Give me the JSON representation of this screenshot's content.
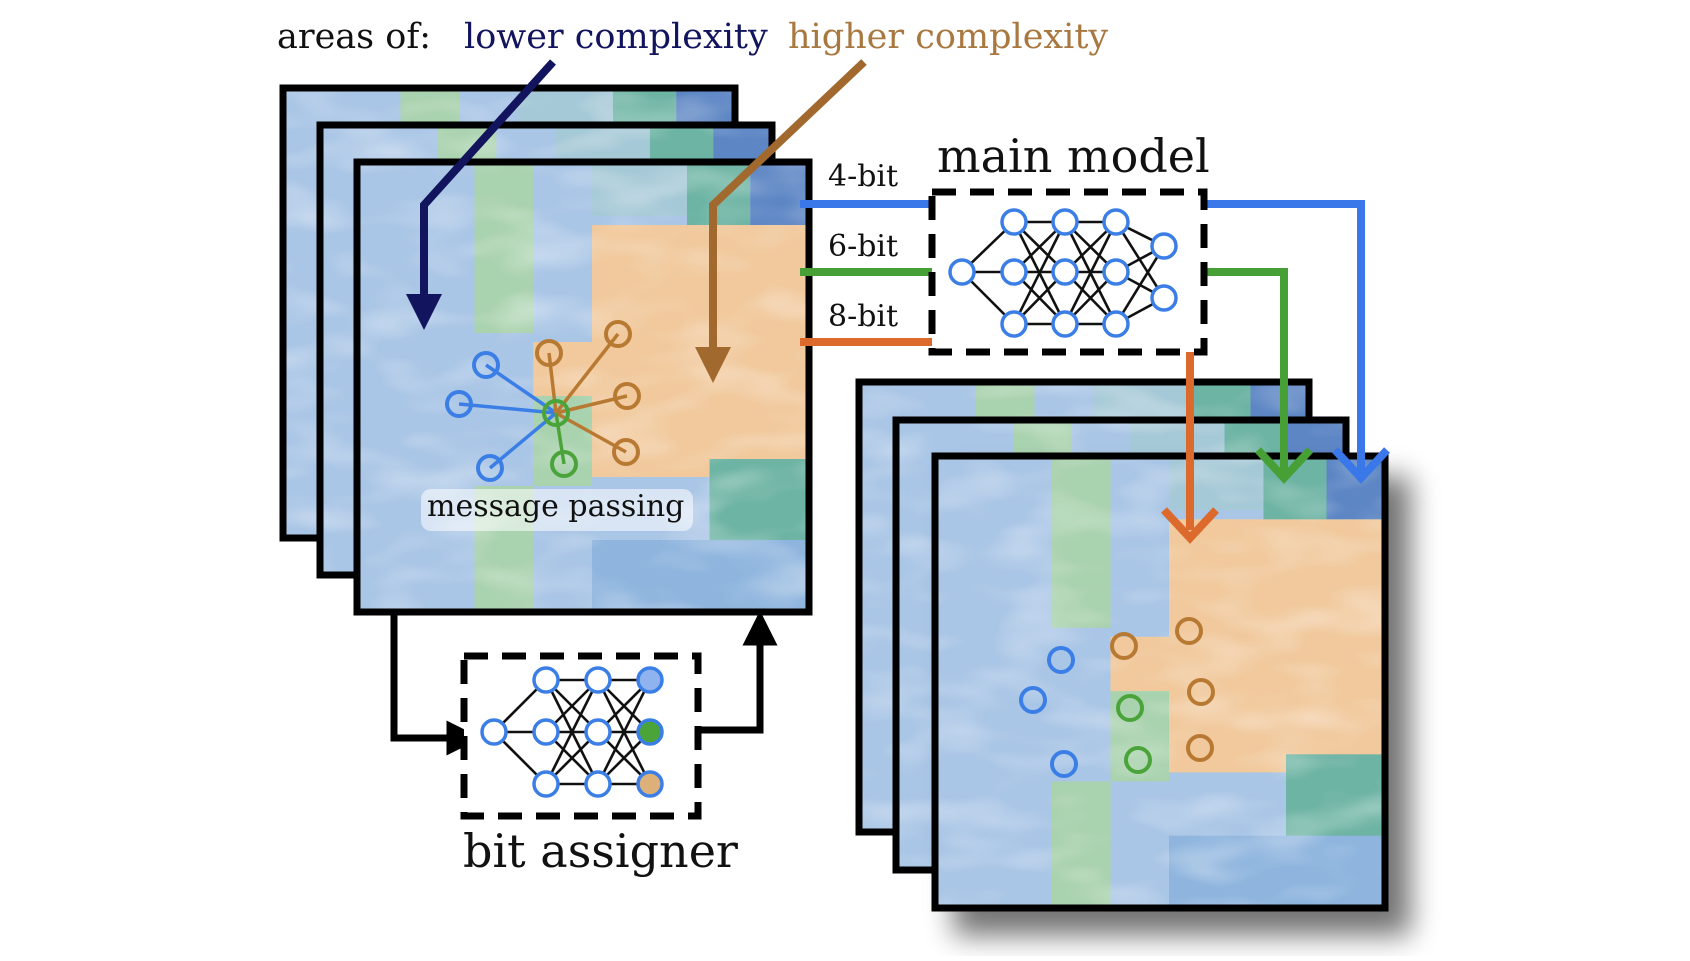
{
  "legend": {
    "prefix": "areas of:",
    "low": "lower complexity",
    "high": "higher complexity"
  },
  "labels": {
    "main_model": "main model",
    "bit_assigner": "bit assigner",
    "message_passing": "message passing"
  },
  "bits": [
    "4-bit",
    "6-bit",
    "8-bit"
  ],
  "colors": {
    "low_text": "#12145e",
    "high_text": "#a87840",
    "bit4": "#3a78ea",
    "bit6": "#46a035",
    "bit8": "#dc6a2c",
    "node_blue": "#3b7ee6",
    "node_green": "#4aa43a",
    "node_brown": "#b87a32",
    "tile_blue": "#aac6e6",
    "tile_green": "#a9d2ae",
    "tile_orange": "#f1c99d",
    "tile_teal": "#6eb4a4",
    "tile_dark": "#5d86c4"
  }
}
